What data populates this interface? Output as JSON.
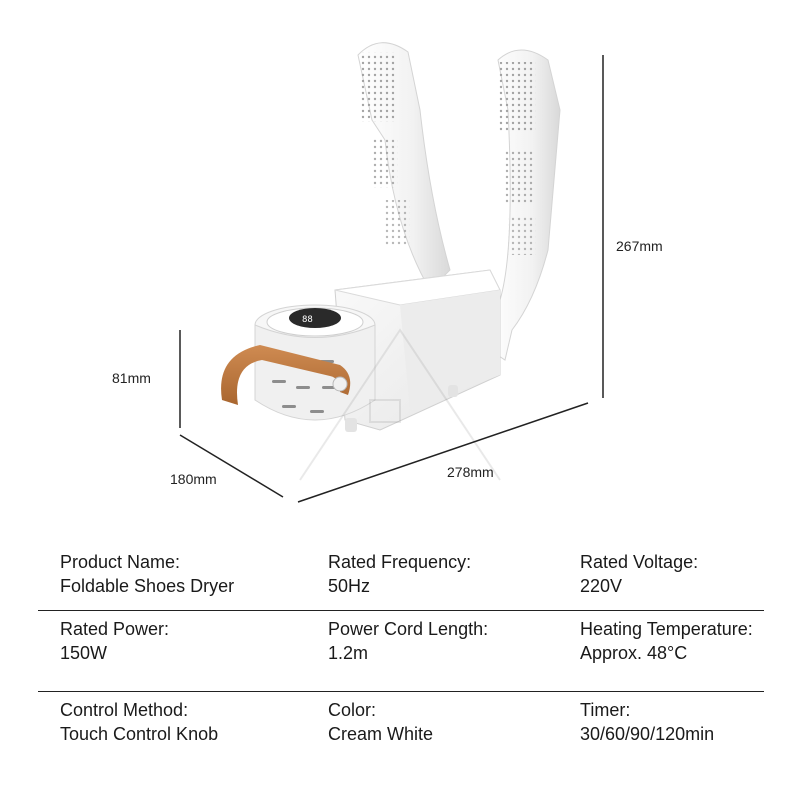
{
  "dimensions": {
    "height": "267mm",
    "base_height": "81mm",
    "depth": "180mm",
    "width": "278mm"
  },
  "specs": [
    [
      {
        "label": "Product Name:",
        "value": "Foldable Shoes Dryer"
      },
      {
        "label": "Rated Frequency:",
        "value": "50Hz"
      },
      {
        "label": "Rated Voltage:",
        "value": "220V"
      }
    ],
    [
      {
        "label": "Rated Power:",
        "value": "150W"
      },
      {
        "label": "Power Cord Length:",
        "value": "1.2m"
      },
      {
        "label": "Heating Temperature:",
        "value": "Approx. 48°C"
      }
    ],
    [
      {
        "label": "Control Method:",
        "value": "Touch Control Knob"
      },
      {
        "label": "Color:",
        "value": "Cream White"
      },
      {
        "label": "Timer:",
        "value": "30/60/90/120min"
      }
    ]
  ],
  "colors": {
    "device": "#f4f4f4",
    "device_shadow": "#dcdcdc",
    "strap": "#c07a43",
    "line": "#222222"
  },
  "icons": [
    "shoe-dryer-illustration",
    "dimension-arrow",
    "watermark-logo"
  ]
}
